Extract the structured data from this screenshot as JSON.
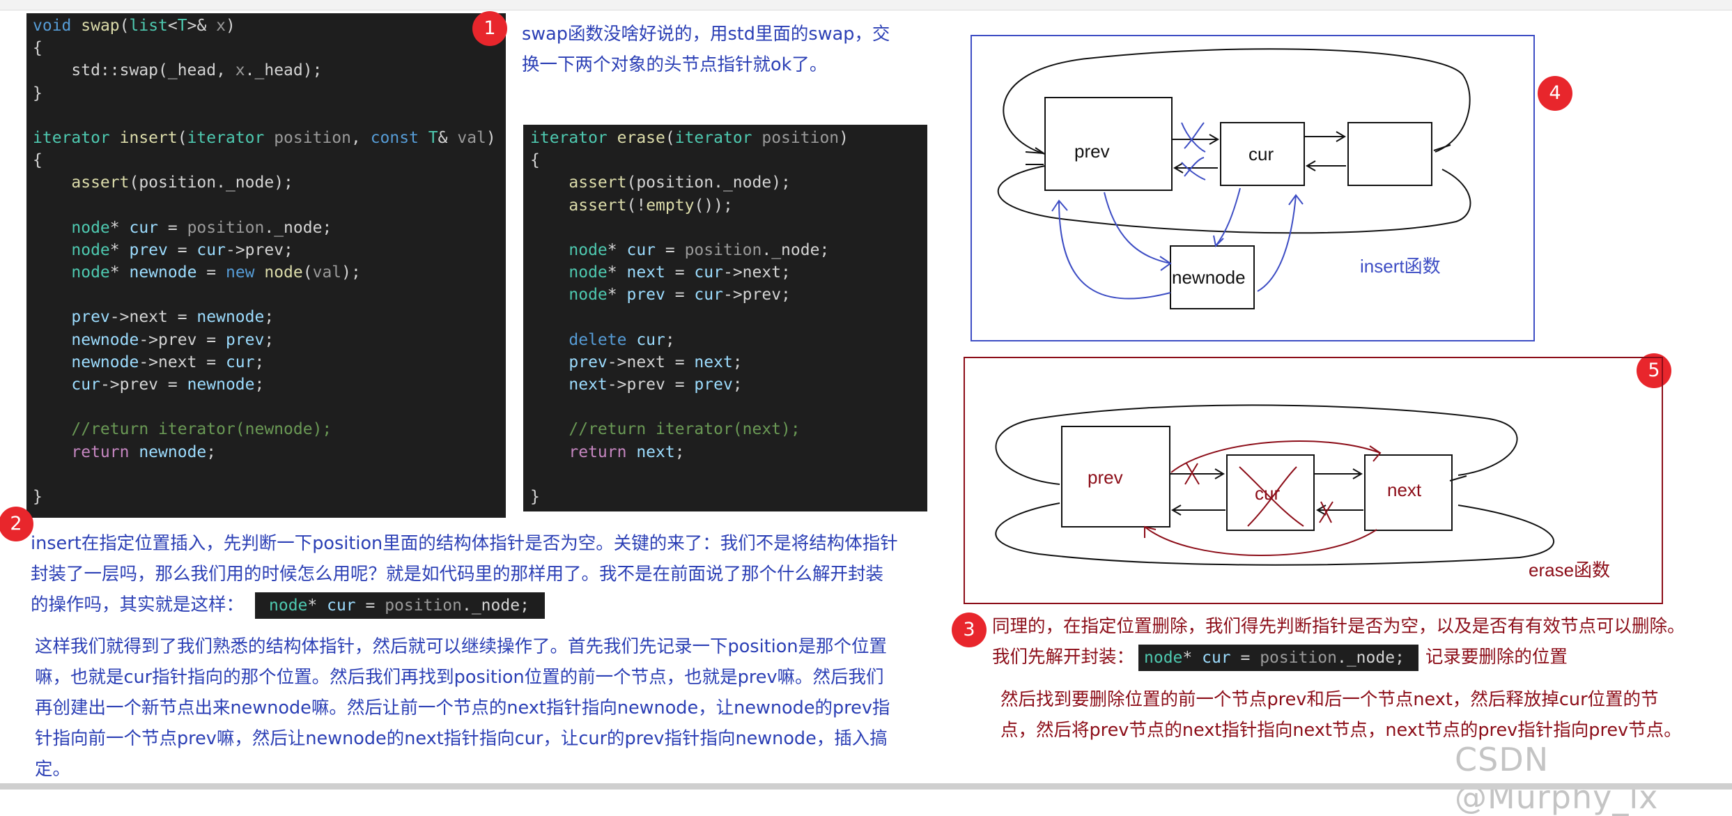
{
  "swap_code": [
    [
      {
        "t": "void ",
        "c": "kw"
      },
      {
        "t": "swap",
        "c": "fn"
      },
      {
        "t": "(",
        "c": ""
      },
      {
        "t": "list",
        "c": "ty"
      },
      {
        "t": "<",
        "c": ""
      },
      {
        "t": "T",
        "c": "ty"
      },
      {
        "t": ">& ",
        "c": ""
      },
      {
        "t": "x",
        "c": "gr"
      },
      {
        "t": ")",
        "c": ""
      }
    ],
    [
      {
        "t": "{",
        "c": ""
      }
    ],
    [
      {
        "t": "    std::swap(_head, ",
        "c": ""
      },
      {
        "t": "x",
        "c": "gr"
      },
      {
        "t": "._head);",
        "c": ""
      }
    ],
    [
      {
        "t": "}",
        "c": ""
      }
    ],
    [
      {
        "t": "",
        "c": ""
      }
    ],
    [
      {
        "t": "iterator ",
        "c": "ty"
      },
      {
        "t": "insert",
        "c": "fn"
      },
      {
        "t": "(",
        "c": ""
      },
      {
        "t": "iterator ",
        "c": "ty"
      },
      {
        "t": "position",
        "c": "gr"
      },
      {
        "t": ", ",
        "c": ""
      },
      {
        "t": "const ",
        "c": "kw"
      },
      {
        "t": "T",
        "c": "ty"
      },
      {
        "t": "& ",
        "c": ""
      },
      {
        "t": "val",
        "c": "gr"
      },
      {
        "t": ")",
        "c": ""
      }
    ],
    [
      {
        "t": "{",
        "c": ""
      }
    ],
    [
      {
        "t": "    ",
        "c": ""
      },
      {
        "t": "assert",
        "c": "fn"
      },
      {
        "t": "(position._node);",
        "c": ""
      }
    ],
    [
      {
        "t": "",
        "c": ""
      }
    ],
    [
      {
        "t": "    ",
        "c": ""
      },
      {
        "t": "node",
        "c": "ty"
      },
      {
        "t": "* ",
        "c": ""
      },
      {
        "t": "cur",
        "c": "vr"
      },
      {
        "t": " = ",
        "c": ""
      },
      {
        "t": "position",
        "c": "gr"
      },
      {
        "t": "._node;",
        "c": ""
      }
    ],
    [
      {
        "t": "    ",
        "c": ""
      },
      {
        "t": "node",
        "c": "ty"
      },
      {
        "t": "* ",
        "c": ""
      },
      {
        "t": "prev",
        "c": "vr"
      },
      {
        "t": " = ",
        "c": ""
      },
      {
        "t": "cur",
        "c": "vr"
      },
      {
        "t": "->prev;",
        "c": ""
      }
    ],
    [
      {
        "t": "    ",
        "c": ""
      },
      {
        "t": "node",
        "c": "ty"
      },
      {
        "t": "* ",
        "c": ""
      },
      {
        "t": "newnode",
        "c": "vr"
      },
      {
        "t": " = ",
        "c": ""
      },
      {
        "t": "new ",
        "c": "kw"
      },
      {
        "t": "node",
        "c": "fn"
      },
      {
        "t": "(",
        "c": ""
      },
      {
        "t": "val",
        "c": "gr"
      },
      {
        "t": ");",
        "c": ""
      }
    ],
    [
      {
        "t": "",
        "c": ""
      }
    ],
    [
      {
        "t": "    ",
        "c": ""
      },
      {
        "t": "prev",
        "c": "vr"
      },
      {
        "t": "->next = ",
        "c": ""
      },
      {
        "t": "newnode",
        "c": "vr"
      },
      {
        "t": ";",
        "c": ""
      }
    ],
    [
      {
        "t": "    ",
        "c": ""
      },
      {
        "t": "newnode",
        "c": "vr"
      },
      {
        "t": "->prev = ",
        "c": ""
      },
      {
        "t": "prev",
        "c": "vr"
      },
      {
        "t": ";",
        "c": ""
      }
    ],
    [
      {
        "t": "    ",
        "c": ""
      },
      {
        "t": "newnode",
        "c": "vr"
      },
      {
        "t": "->next = ",
        "c": ""
      },
      {
        "t": "cur",
        "c": "vr"
      },
      {
        "t": ";",
        "c": ""
      }
    ],
    [
      {
        "t": "    ",
        "c": ""
      },
      {
        "t": "cur",
        "c": "vr"
      },
      {
        "t": "->prev = ",
        "c": ""
      },
      {
        "t": "newnode",
        "c": "vr"
      },
      {
        "t": ";",
        "c": ""
      }
    ],
    [
      {
        "t": "",
        "c": ""
      }
    ],
    [
      {
        "t": "    ",
        "c": ""
      },
      {
        "t": "//return iterator(newnode);",
        "c": "cm"
      }
    ],
    [
      {
        "t": "    ",
        "c": ""
      },
      {
        "t": "return ",
        "c": "kw2"
      },
      {
        "t": "newnode",
        "c": "vr"
      },
      {
        "t": ";",
        "c": ""
      }
    ],
    [
      {
        "t": "",
        "c": ""
      }
    ],
    [
      {
        "t": "}",
        "c": ""
      }
    ]
  ],
  "erase_code": [
    [
      {
        "t": "iterator ",
        "c": "ty"
      },
      {
        "t": "erase",
        "c": "fn"
      },
      {
        "t": "(",
        "c": ""
      },
      {
        "t": "iterator ",
        "c": "ty"
      },
      {
        "t": "position",
        "c": "gr"
      },
      {
        "t": ")",
        "c": ""
      }
    ],
    [
      {
        "t": "{",
        "c": ""
      }
    ],
    [
      {
        "t": "    ",
        "c": ""
      },
      {
        "t": "assert",
        "c": "fn"
      },
      {
        "t": "(position._node);",
        "c": ""
      }
    ],
    [
      {
        "t": "    ",
        "c": ""
      },
      {
        "t": "assert",
        "c": "fn"
      },
      {
        "t": "(!",
        "c": ""
      },
      {
        "t": "empty",
        "c": "fn"
      },
      {
        "t": "());",
        "c": ""
      }
    ],
    [
      {
        "t": "",
        "c": ""
      }
    ],
    [
      {
        "t": "    ",
        "c": ""
      },
      {
        "t": "node",
        "c": "ty"
      },
      {
        "t": "* ",
        "c": ""
      },
      {
        "t": "cur",
        "c": "vr"
      },
      {
        "t": " = ",
        "c": ""
      },
      {
        "t": "position",
        "c": "gr"
      },
      {
        "t": "._node;",
        "c": ""
      }
    ],
    [
      {
        "t": "    ",
        "c": ""
      },
      {
        "t": "node",
        "c": "ty"
      },
      {
        "t": "* ",
        "c": ""
      },
      {
        "t": "next",
        "c": "vr"
      },
      {
        "t": " = ",
        "c": ""
      },
      {
        "t": "cur",
        "c": "vr"
      },
      {
        "t": "->next;",
        "c": ""
      }
    ],
    [
      {
        "t": "    ",
        "c": ""
      },
      {
        "t": "node",
        "c": "ty"
      },
      {
        "t": "* ",
        "c": ""
      },
      {
        "t": "prev",
        "c": "vr"
      },
      {
        "t": " = ",
        "c": ""
      },
      {
        "t": "cur",
        "c": "vr"
      },
      {
        "t": "->prev;",
        "c": ""
      }
    ],
    [
      {
        "t": "",
        "c": ""
      }
    ],
    [
      {
        "t": "    ",
        "c": ""
      },
      {
        "t": "delete ",
        "c": "kw"
      },
      {
        "t": "cur",
        "c": "vr"
      },
      {
        "t": ";",
        "c": ""
      }
    ],
    [
      {
        "t": "    ",
        "c": ""
      },
      {
        "t": "prev",
        "c": "vr"
      },
      {
        "t": "->next = ",
        "c": ""
      },
      {
        "t": "next",
        "c": "vr"
      },
      {
        "t": ";",
        "c": ""
      }
    ],
    [
      {
        "t": "    ",
        "c": ""
      },
      {
        "t": "next",
        "c": "vr"
      },
      {
        "t": "->prev = ",
        "c": ""
      },
      {
        "t": "prev",
        "c": "vr"
      },
      {
        "t": ";",
        "c": ""
      }
    ],
    [
      {
        "t": "",
        "c": ""
      }
    ],
    [
      {
        "t": "    ",
        "c": ""
      },
      {
        "t": "//return iterator(next);",
        "c": "cm"
      }
    ],
    [
      {
        "t": "    ",
        "c": ""
      },
      {
        "t": "return ",
        "c": "kw2"
      },
      {
        "t": "next",
        "c": "vr"
      },
      {
        "t": ";",
        "c": ""
      }
    ],
    [
      {
        "t": "",
        "c": ""
      }
    ],
    [
      {
        "t": "}",
        "c": ""
      }
    ]
  ],
  "badges": {
    "b1": "1",
    "b2": "2",
    "b3": "3",
    "b4": "4",
    "b5": "5"
  },
  "notes": {
    "swap_line1": "swap函数没啥好说的，用std里面的swap，交",
    "swap_line2": "换一下两个对象的头节点指针就ok了。",
    "insert_intro_line1": "insert在指定位置插入，先判断一下position里面的结构体指针是否为空。关键的来了：我们不是将结构体指针",
    "insert_intro_line2": "封装了一层吗，那么我们用的时候怎么用呢？就是如代码里的那样用了。我不是在前面说了那个什么解开封装",
    "insert_intro_line3": "的操作吗，其实就是这样：",
    "insert_body_line1": "这样我们就得到了我们熟悉的结构体指针，然后就可以继续操作了。首先我们先记录一下position是那个位置",
    "insert_body_line2": "嘛，也就是cur指针指向的那个位置。然后我们再找到position位置的前一个节点，也就是prev嘛。然后我们",
    "insert_body_line3": "再创建出一个新节点出来newnode嘛。然后让前一个节点的next指针指向newnode，让newnode的prev指",
    "insert_body_line4": "针指向前一个节点prev嘛，然后让newnode的next指针指向cur，让cur的prev指针指向newnode，插入搞",
    "insert_body_line5": "定。",
    "erase_line1": "同理的，在指定位置删除，我们得先判断指针是否为空，以及是否有有效节点可以删除。",
    "erase_line2a": "我们先解开封装：",
    "erase_line2b": "记录要删除的位置",
    "erase_line3": "然后找到要删除位置的前一个节点prev和后一个节点next，然后释放掉cur位置的节",
    "erase_line4": "点，然后将prev节点的next指针指向next节点，next节点的prev指针指向prev节点。"
  },
  "chip": {
    "type": "node",
    "star": "* ",
    "var": "cur",
    "eq": " = ",
    "obj": "position",
    "rest": "._node;"
  },
  "insert_diagram": {
    "prev": "prev",
    "cur": "cur",
    "newnode": "newnode",
    "caption": "insert函数"
  },
  "erase_diagram": {
    "prev": "prev",
    "cur": "cur",
    "next": "next",
    "caption": "erase函数"
  },
  "watermark": "CSDN @Murphy_lx",
  "colors": {
    "blue_ink": "#2b3fb5",
    "red_ink": "#8c0d18",
    "badge": "#e8262c",
    "code_bg": "#1e1e1e"
  }
}
